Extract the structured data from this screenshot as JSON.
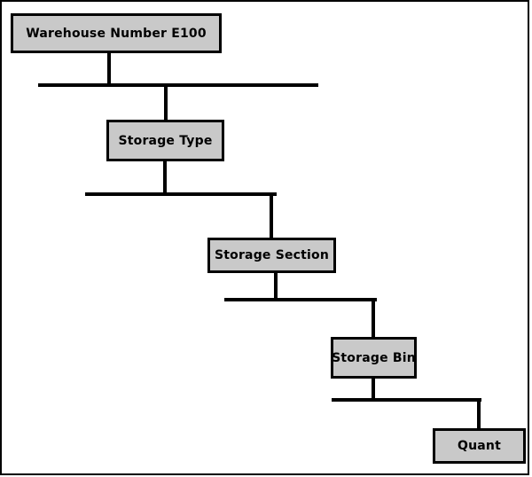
{
  "diagram": {
    "type": "hierarchy",
    "nodes": [
      {
        "id": "warehouse-number",
        "label": "Warehouse Number E100",
        "level": 1
      },
      {
        "id": "storage-type",
        "label": "Storage Type",
        "level": 2
      },
      {
        "id": "storage-section",
        "label": "Storage Section",
        "level": 3
      },
      {
        "id": "storage-bin",
        "label": "Storage Bin",
        "level": 4
      },
      {
        "id": "quant",
        "label": "Quant",
        "level": 5
      }
    ],
    "edges": [
      {
        "from": "Warehouse Number E100",
        "to": "Storage Type"
      },
      {
        "from": "Storage Type",
        "to": "Storage Section"
      },
      {
        "from": "Storage Section",
        "to": "Storage Bin"
      },
      {
        "from": "Storage Bin",
        "to": "Quant"
      }
    ],
    "colors": {
      "node_fill": "#c9c9c9",
      "node_border": "#000000",
      "connector": "#000000",
      "background": "#ffffff"
    }
  }
}
